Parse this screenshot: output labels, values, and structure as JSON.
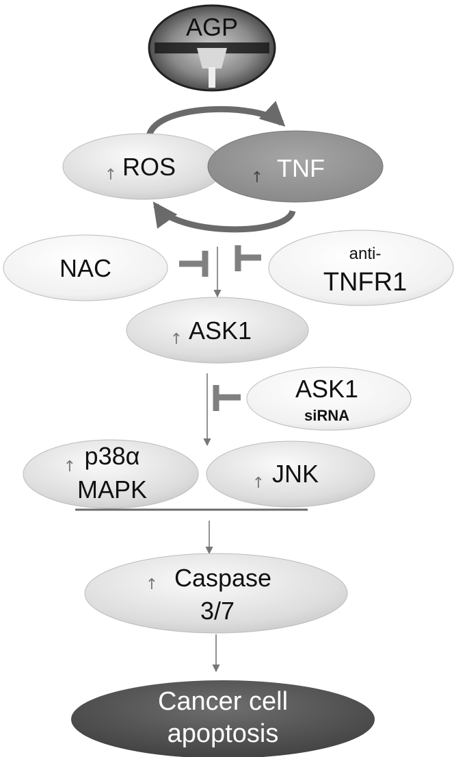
{
  "nodes": {
    "agp": {
      "label": "AGP"
    },
    "ros": {
      "arrow": "↑",
      "label": "ROS"
    },
    "tnf": {
      "arrow": "↑",
      "label": "TNF"
    },
    "nac": {
      "label": "NAC"
    },
    "anti_tnfr1": {
      "line1": "anti-",
      "line2": "TNFR1"
    },
    "ask1": {
      "arrow": "↑",
      "label": "ASK1"
    },
    "ask1_sirna": {
      "line1": "ASK1",
      "line2": "siRNA"
    },
    "p38": {
      "arrow": "↑",
      "line1": "p38α",
      "line2": "MAPK"
    },
    "jnk": {
      "arrow": "↑",
      "label": "JNK"
    },
    "caspase": {
      "arrow": "↑",
      "line1": "Caspase",
      "line2": "3/7"
    },
    "apoptosis": {
      "line1": "Cancer cell",
      "line2": "apoptosis"
    }
  },
  "colors": {
    "node_fill_light": "#e6e6e6",
    "node_fill_tnf": "#9a9a9a",
    "node_fill_dark": "#5a5a5a",
    "inhibitor": "#808080",
    "connector": "#777777"
  }
}
